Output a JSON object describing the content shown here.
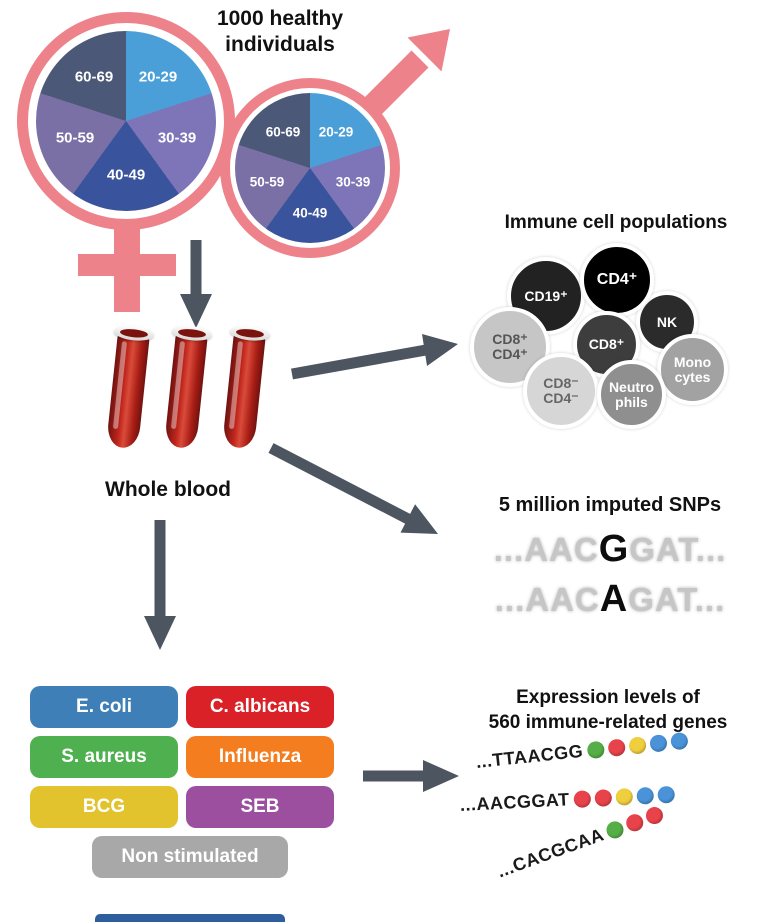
{
  "header": {
    "title": "1000 healthy\nindividuals"
  },
  "demographics": {
    "symbol_color": "#ee828a",
    "age_segments": [
      {
        "label": "20-29",
        "color": "#4a9fd8"
      },
      {
        "label": "30-39",
        "color": "#7e74b8"
      },
      {
        "label": "40-49",
        "color": "#39549c"
      },
      {
        "label": "50-59",
        "color": "#7b70a6"
      },
      {
        "label": "60-69",
        "color": "#4b5878"
      }
    ]
  },
  "blood": {
    "label": "Whole blood"
  },
  "immune": {
    "title": "Immune cell populations",
    "cells": [
      {
        "label": "CD19⁺",
        "color": "#222222",
        "text_color": "#ffffff"
      },
      {
        "label": "CD4⁺",
        "color": "#000000",
        "text_color": "#ffffff"
      },
      {
        "label": "NK",
        "color": "#2b2b2b",
        "text_color": "#ffffff"
      },
      {
        "label": "CD8⁺",
        "color": "#3d3d3d",
        "text_color": "#ffffff"
      },
      {
        "label": "CD8⁺\nCD4⁺",
        "color": "#c6c6c6",
        "text_color": "#555555"
      },
      {
        "label": "CD8⁻\nCD4⁻",
        "color": "#d6d6d6",
        "text_color": "#666666"
      },
      {
        "label": "Neutro\nphils",
        "color": "#8f8f8f",
        "text_color": "#ffffff"
      },
      {
        "label": "Mono\ncytes",
        "color": "#a2a2a2",
        "text_color": "#ffffff"
      }
    ]
  },
  "snps": {
    "title": "5 million imputed SNPs",
    "sequences": [
      {
        "prefix": "...AAC",
        "allele": "G",
        "suffix": "GAT..."
      },
      {
        "prefix": "...AAC",
        "allele": "A",
        "suffix": "GAT..."
      }
    ]
  },
  "stimuli": {
    "items": [
      {
        "label": "E. coli",
        "color": "#3f7fb7"
      },
      {
        "label": "C. albicans",
        "color": "#da2128"
      },
      {
        "label": "S. aureus",
        "color": "#4fb050"
      },
      {
        "label": "Influenza",
        "color": "#f47d20"
      },
      {
        "label": "BCG",
        "color": "#e2c32e"
      },
      {
        "label": "SEB",
        "color": "#9b4f9e"
      },
      {
        "label": "Non stimulated",
        "color": "#a8a8a8"
      }
    ]
  },
  "expression": {
    "title": "Expression levels of\n560 immune-related genes",
    "rows": [
      {
        "sequence": "...TTAACGG",
        "dots": [
          "#56ae46",
          "#e8434a",
          "#f0cf3e",
          "#4a93d9",
          "#4a93d9"
        ]
      },
      {
        "sequence": "...AACGGAT",
        "dots": [
          "#e8434a",
          "#e8434a",
          "#f0cf3e",
          "#4a93d9",
          "#4a93d9"
        ]
      },
      {
        "sequence": "...CACGCAA",
        "dots": [
          "#56ae46",
          "#e8434a",
          "#e8434a"
        ]
      }
    ]
  },
  "arrow_color": "#4d5560"
}
